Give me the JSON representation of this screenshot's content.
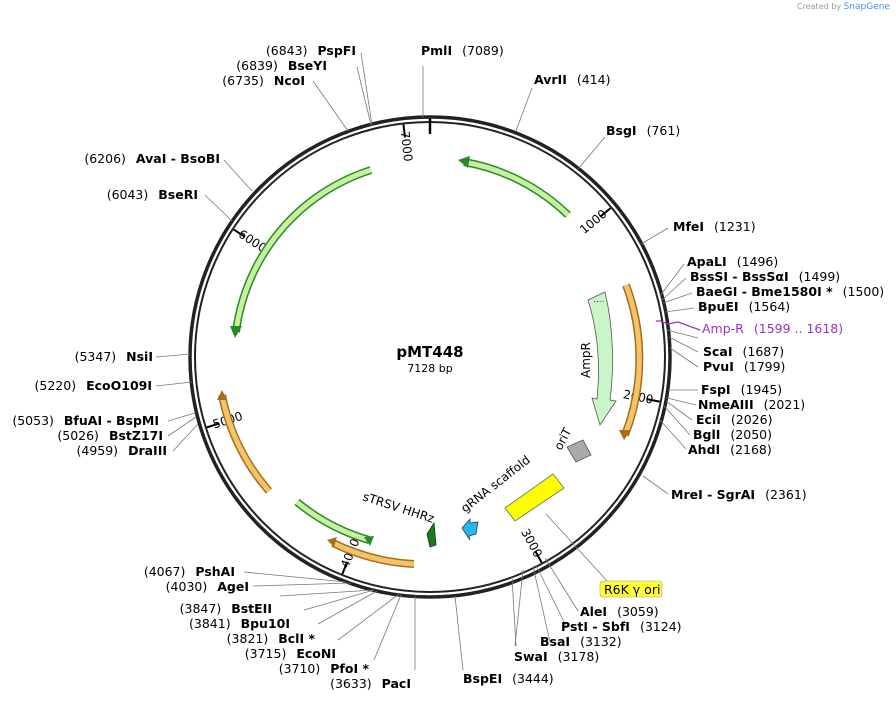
{
  "credit": {
    "prefix": "Created by",
    "brand": "SnapGene"
  },
  "plasmid": {
    "name": "pMT448",
    "length": "7128 bp"
  },
  "ticks": [
    {
      "label": "1000",
      "angle": 50.5
    },
    {
      "label": "2000",
      "angle": 101
    },
    {
      "label": "3000",
      "angle": 151.5
    },
    {
      "label": "4000",
      "angle": 202
    },
    {
      "label": "5000",
      "angle": 252.5
    },
    {
      "label": "6000",
      "angle": 303
    },
    {
      "label": "7000",
      "angle": 353.5
    }
  ],
  "sites": [
    {
      "name": "PmlI",
      "pos": "(7089)"
    },
    {
      "name": "AvrII",
      "pos": "(414)"
    },
    {
      "name": "BsgI",
      "pos": "(761)"
    },
    {
      "name": "MfeI",
      "pos": "(1231)"
    },
    {
      "name": "ApaLI",
      "pos": "(1496)"
    },
    {
      "name": "BssSI - BssSαI",
      "pos": "(1499)"
    },
    {
      "name": "BaeGI - Bme1580I *",
      "pos": "(1500)"
    },
    {
      "name": "BpuEI",
      "pos": "(1564)"
    },
    {
      "name": "Amp-R",
      "pos": "(1599 .. 1618)"
    },
    {
      "name": "ScaI",
      "pos": "(1687)"
    },
    {
      "name": "PvuI",
      "pos": "(1799)"
    },
    {
      "name": "FspI",
      "pos": "(1945)"
    },
    {
      "name": "NmeAIII",
      "pos": "(2021)"
    },
    {
      "name": "EciI",
      "pos": "(2026)"
    },
    {
      "name": "BglI",
      "pos": "(2050)"
    },
    {
      "name": "AhdI",
      "pos": "(2168)"
    },
    {
      "name": "MreI - SgrAI",
      "pos": "(2361)"
    },
    {
      "name": "R6K γ ori",
      "pos": ""
    },
    {
      "name": "AleI",
      "pos": "(3059)"
    },
    {
      "name": "PstI - SbfI",
      "pos": "(3124)"
    },
    {
      "name": "BsaI",
      "pos": "(3132)"
    },
    {
      "name": "SwaI",
      "pos": "(3178)"
    },
    {
      "name": "BspEI",
      "pos": "(3444)"
    },
    {
      "name": "PacI",
      "pos": "(3633)"
    },
    {
      "name": "PfoI *",
      "pos": "(3710)"
    },
    {
      "name": "EcoNI",
      "pos": "(3715)"
    },
    {
      "name": "BclI *",
      "pos": "(3821)"
    },
    {
      "name": "Bpu10I",
      "pos": "(3841)"
    },
    {
      "name": "BstEII",
      "pos": "(3847)"
    },
    {
      "name": "AgeI",
      "pos": "(4030)"
    },
    {
      "name": "PshAI",
      "pos": "(4067)"
    },
    {
      "name": "DraIII",
      "pos": "(4959)"
    },
    {
      "name": "BstZ17I",
      "pos": "(5026)"
    },
    {
      "name": "BfuAI - BspMI",
      "pos": "(5053)"
    },
    {
      "name": "EcoO109I",
      "pos": "(5220)"
    },
    {
      "name": "NsiI",
      "pos": "(5347)"
    },
    {
      "name": "BseRI",
      "pos": "(6043)"
    },
    {
      "name": "AvaI - BsoBI",
      "pos": "(6206)"
    },
    {
      "name": "NcoI",
      "pos": "(6735)"
    },
    {
      "name": "BseYI",
      "pos": "(6839)"
    },
    {
      "name": "PspFI",
      "pos": "(6843)"
    }
  ],
  "features": {
    "ampr": "AmpR",
    "orit": "oriT",
    "grna": "gRNA scaffold",
    "strsv": "sTRSV HHRz"
  },
  "colors": {
    "ring": "#222222",
    "green_feature": "#c8f0a0",
    "orange_feature": "#f5c46a",
    "ampr_fill": "#c9f5c9",
    "orit_fill": "#a9a9a9",
    "grna_fill": "#ffff00",
    "cyan_fill": "#29b6e8",
    "hhrz_fill": "#1e7a1e",
    "primer": "#9b30c8",
    "r6k_fill": "#ffff33"
  }
}
